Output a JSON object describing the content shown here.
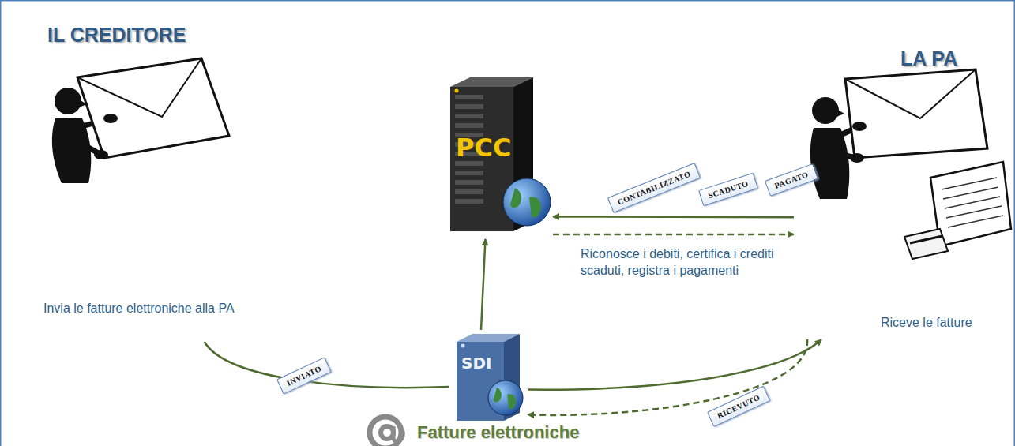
{
  "diagram": {
    "nodes": [
      {
        "text": [
          "IL CREDITORE",
          "Invia le fatture elettroniche alla PA"
        ]
      },
      {
        "text": [
          "PCC"
        ]
      },
      {
        "text": [
          "LA PA",
          "Riceve le fatture"
        ]
      },
      {
        "text": [
          "SDI"
        ]
      }
    ],
    "edges": [
      {
        "from": 0,
        "to": 3,
        "arrow": "none",
        "label": "INVIATO"
      },
      {
        "from": 3,
        "to": 2,
        "arrow": "to"
      },
      {
        "from": 2,
        "to": 3,
        "arrow": "to",
        "label": "RICEVUTO"
      },
      {
        "from": 3,
        "to": 1,
        "arrow": "to"
      },
      {
        "from": 2,
        "to": 1,
        "arrow": "to"
      },
      {
        "from": 1,
        "to": 2,
        "arrow": "to",
        "label": "Riconosce i debiti, certifica i crediti scaduti, registra i pagamenti"
      }
    ],
    "labels": [
      "CONTABILIZZATO",
      "SCADUTO",
      "PAGATO",
      "Fatture elettroniche"
    ]
  }
}
